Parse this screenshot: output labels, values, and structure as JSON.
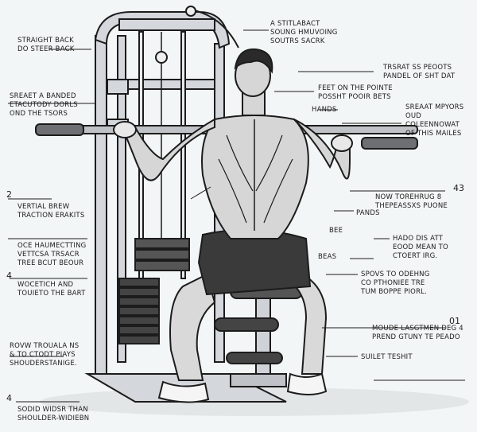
{
  "diagram": {
    "colors": {
      "background": "#f3f6f6",
      "ink": "#1c1c1c",
      "frame": "#c9cdd2",
      "muscle": "#d8d8d8",
      "shorts": "#3a3a3a"
    },
    "labels": {
      "straight_back": "STRAIGHT BACK\nDO STEER BACK",
      "smart_banded": "SREAET A BANDED\nETACUTODY DORLS\nOND THE TSORS",
      "vertical_brew": "VERTIAL BREW\nTRACTION ERAKITS",
      "oce_hamstring": "OCE HAUMECTTING\nVETTCSA TRSACR\nTREE BCUT BEOUR",
      "woection": "WOCETICH AND\nTOUIETO THE BART",
      "row_trouala": "ROVW TROUALA NS\n& TO CTODT PIAYS\nSHOUDERSTANIGE.",
      "solid_wider": "SODID WIDSR THAN\nSHOULDER-WIDIEBN",
      "stimulate": "A STITLABACT\nSOUNG HMUVOING\nSOUTRS SACRK",
      "tresat": "TRSRAT SS PEOOTS\nPANDEL OF SHT DAT",
      "feet": "FEET ON THE POINTE\nPOSSHT POOIR BETS",
      "hands_top": "HANDS",
      "smart_mirrors": "SREAAT MPYORS\nOUD COLEENNOWAT\nOF THIS MAILES",
      "how_tore": "NOW TOREHRUG 8\nTHEPEASSXS PUONE",
      "pands": "PANDS",
      "bee": "BEE",
      "bead": "BEAS",
      "hard_dis": "HADO DIS ATT\nEOOD MEAN TO\nCTOERT IRG.",
      "spons": "SPOVS TO ODEHNG\nCO PTHONIEE TRE\nTUM BOPPE PIORL.",
      "module": "MOUDE LASGTMEN DEG 4\nPREND GTUNY TE PEADO",
      "suilet": "SUILET TESHIT"
    },
    "numbers": {
      "left_2": "2",
      "left_4a": "4",
      "left_4b": "4",
      "right_43": "43",
      "right_01": "01"
    }
  }
}
